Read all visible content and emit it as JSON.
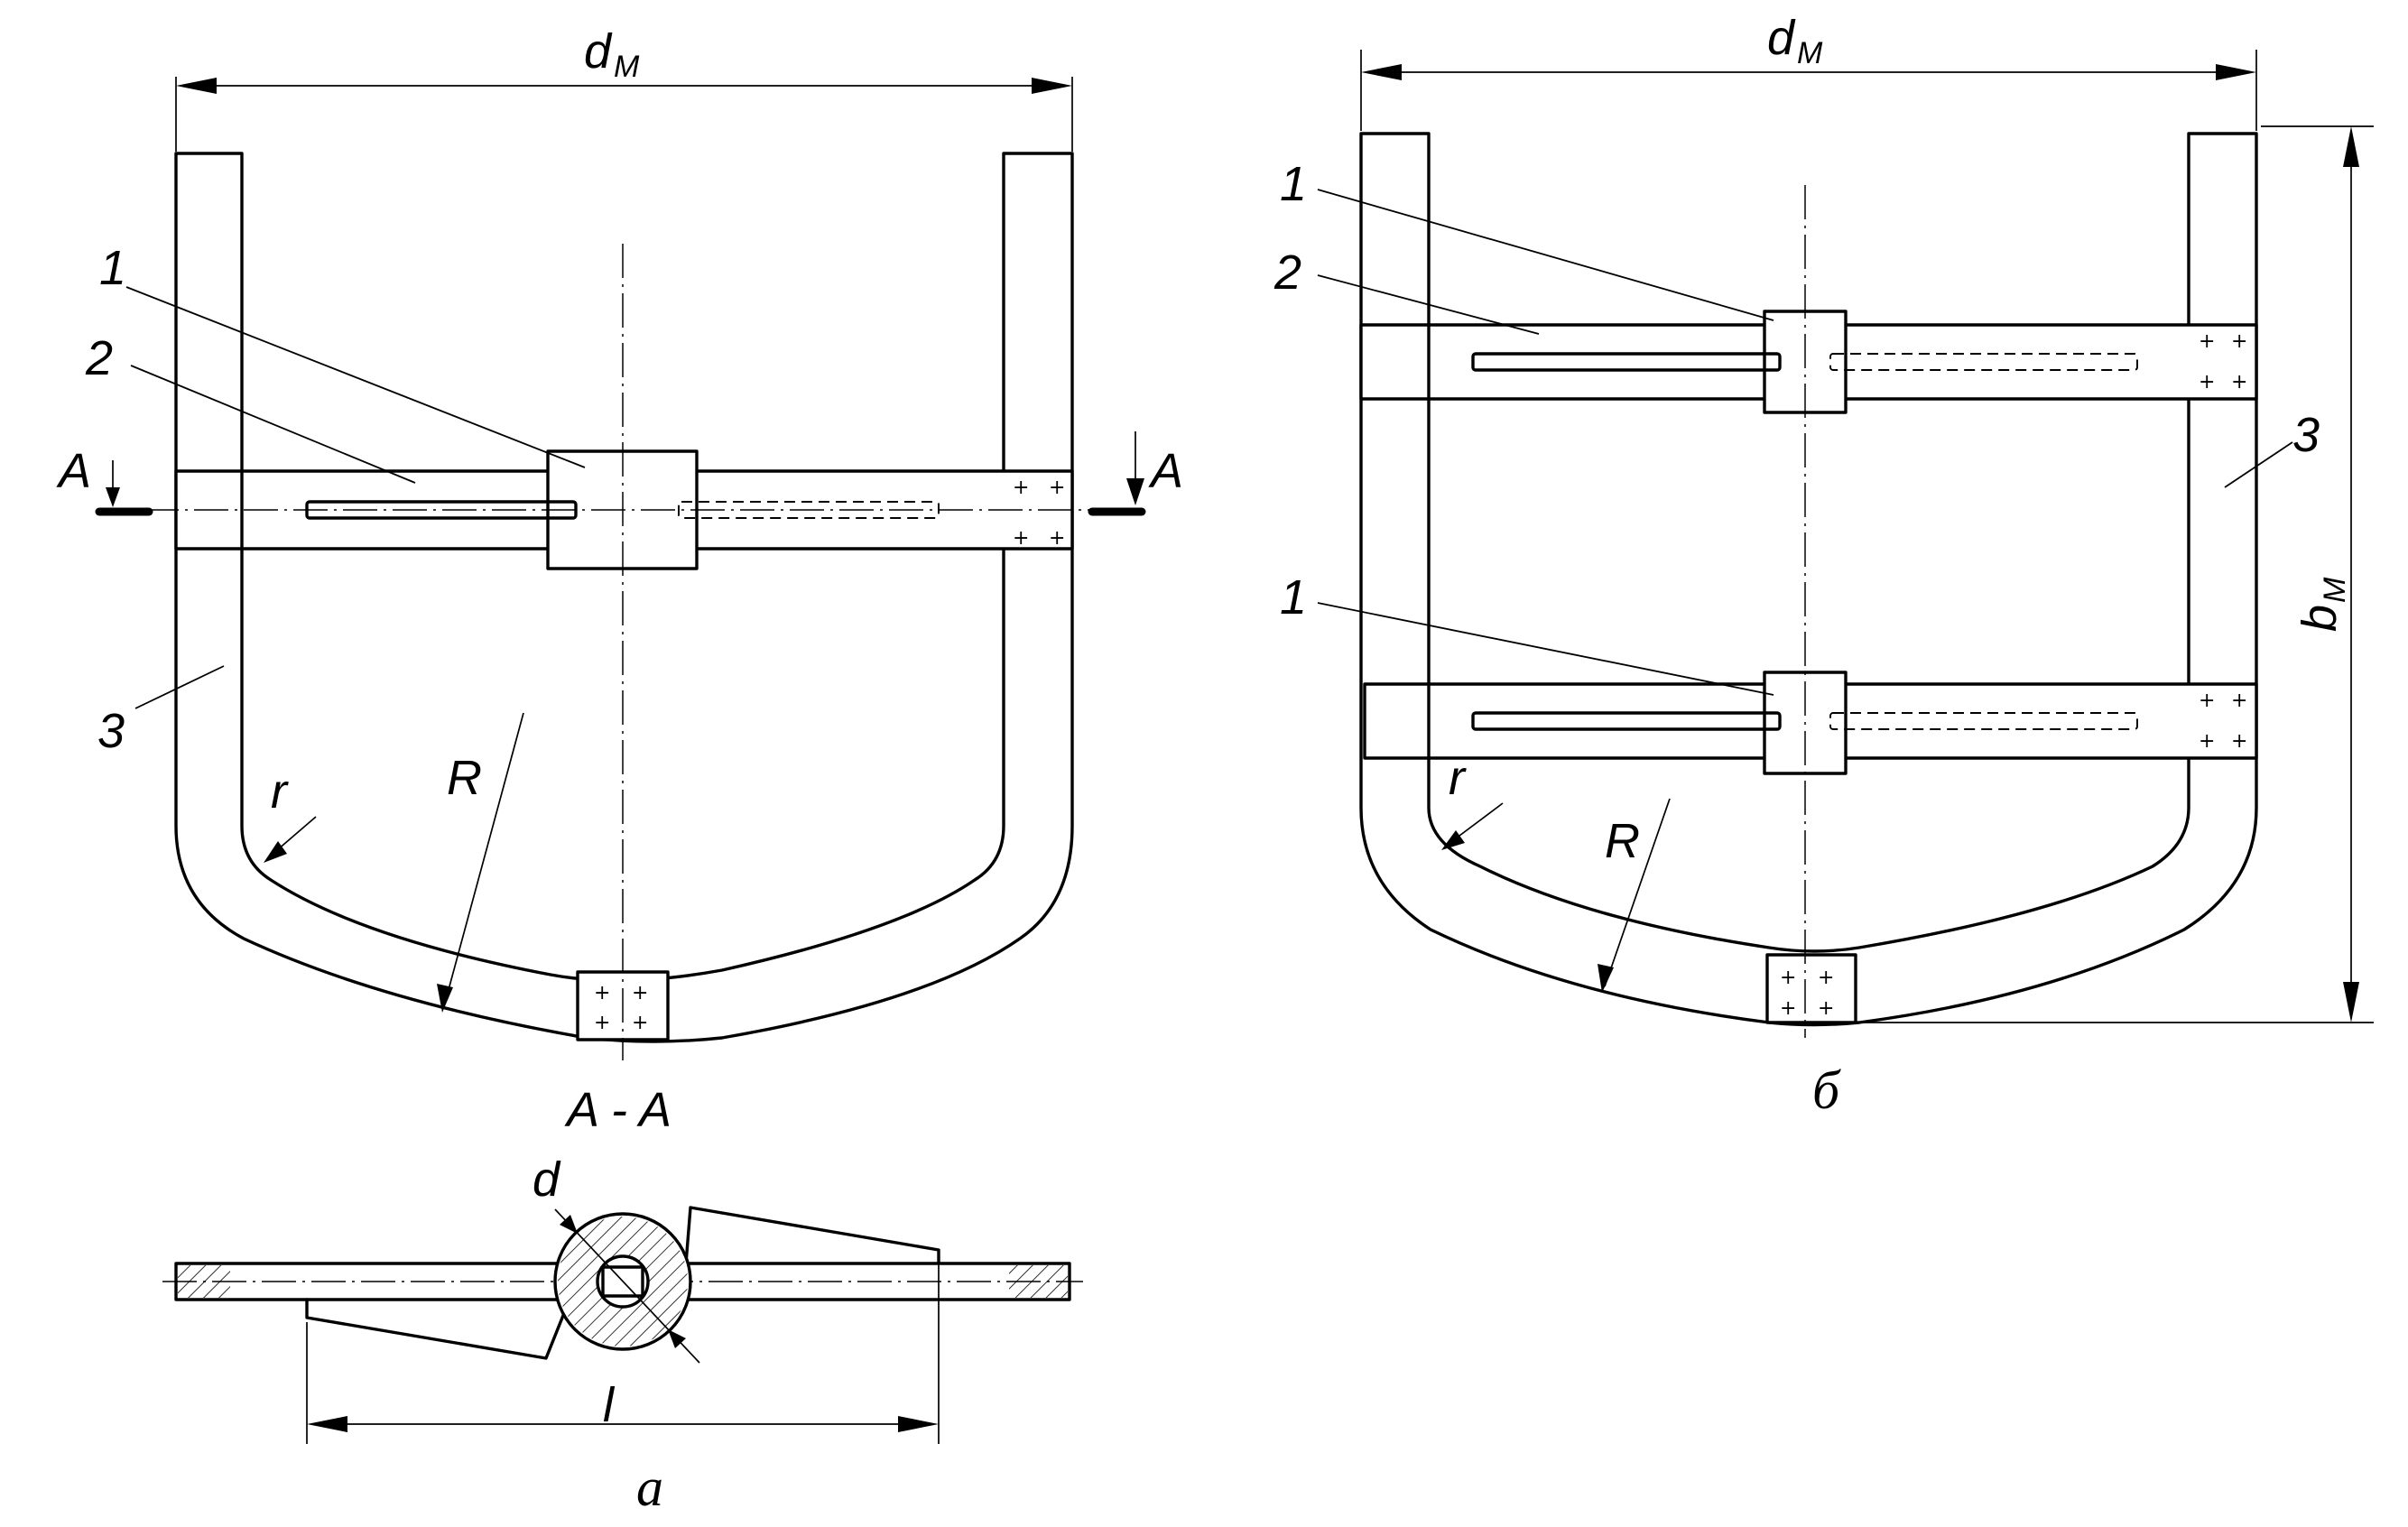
{
  "figure_a": {
    "caption": "а",
    "dim_width": {
      "main": "d",
      "sub": "M"
    },
    "section_mark_left": "A",
    "section_mark_right": "A",
    "part_labels": [
      "1",
      "2",
      "3"
    ],
    "radius_small": "r",
    "radius_large": "R"
  },
  "section": {
    "title": "A - A",
    "dim_diameter": "d",
    "dim_length": "l"
  },
  "figure_b": {
    "caption": "б",
    "dim_width": {
      "main": "d",
      "sub": "M"
    },
    "dim_height": {
      "main": "b",
      "sub": "M"
    },
    "part_labels": [
      "1",
      "2",
      "3",
      "1"
    ],
    "radius_small": "r",
    "radius_large": "R"
  }
}
